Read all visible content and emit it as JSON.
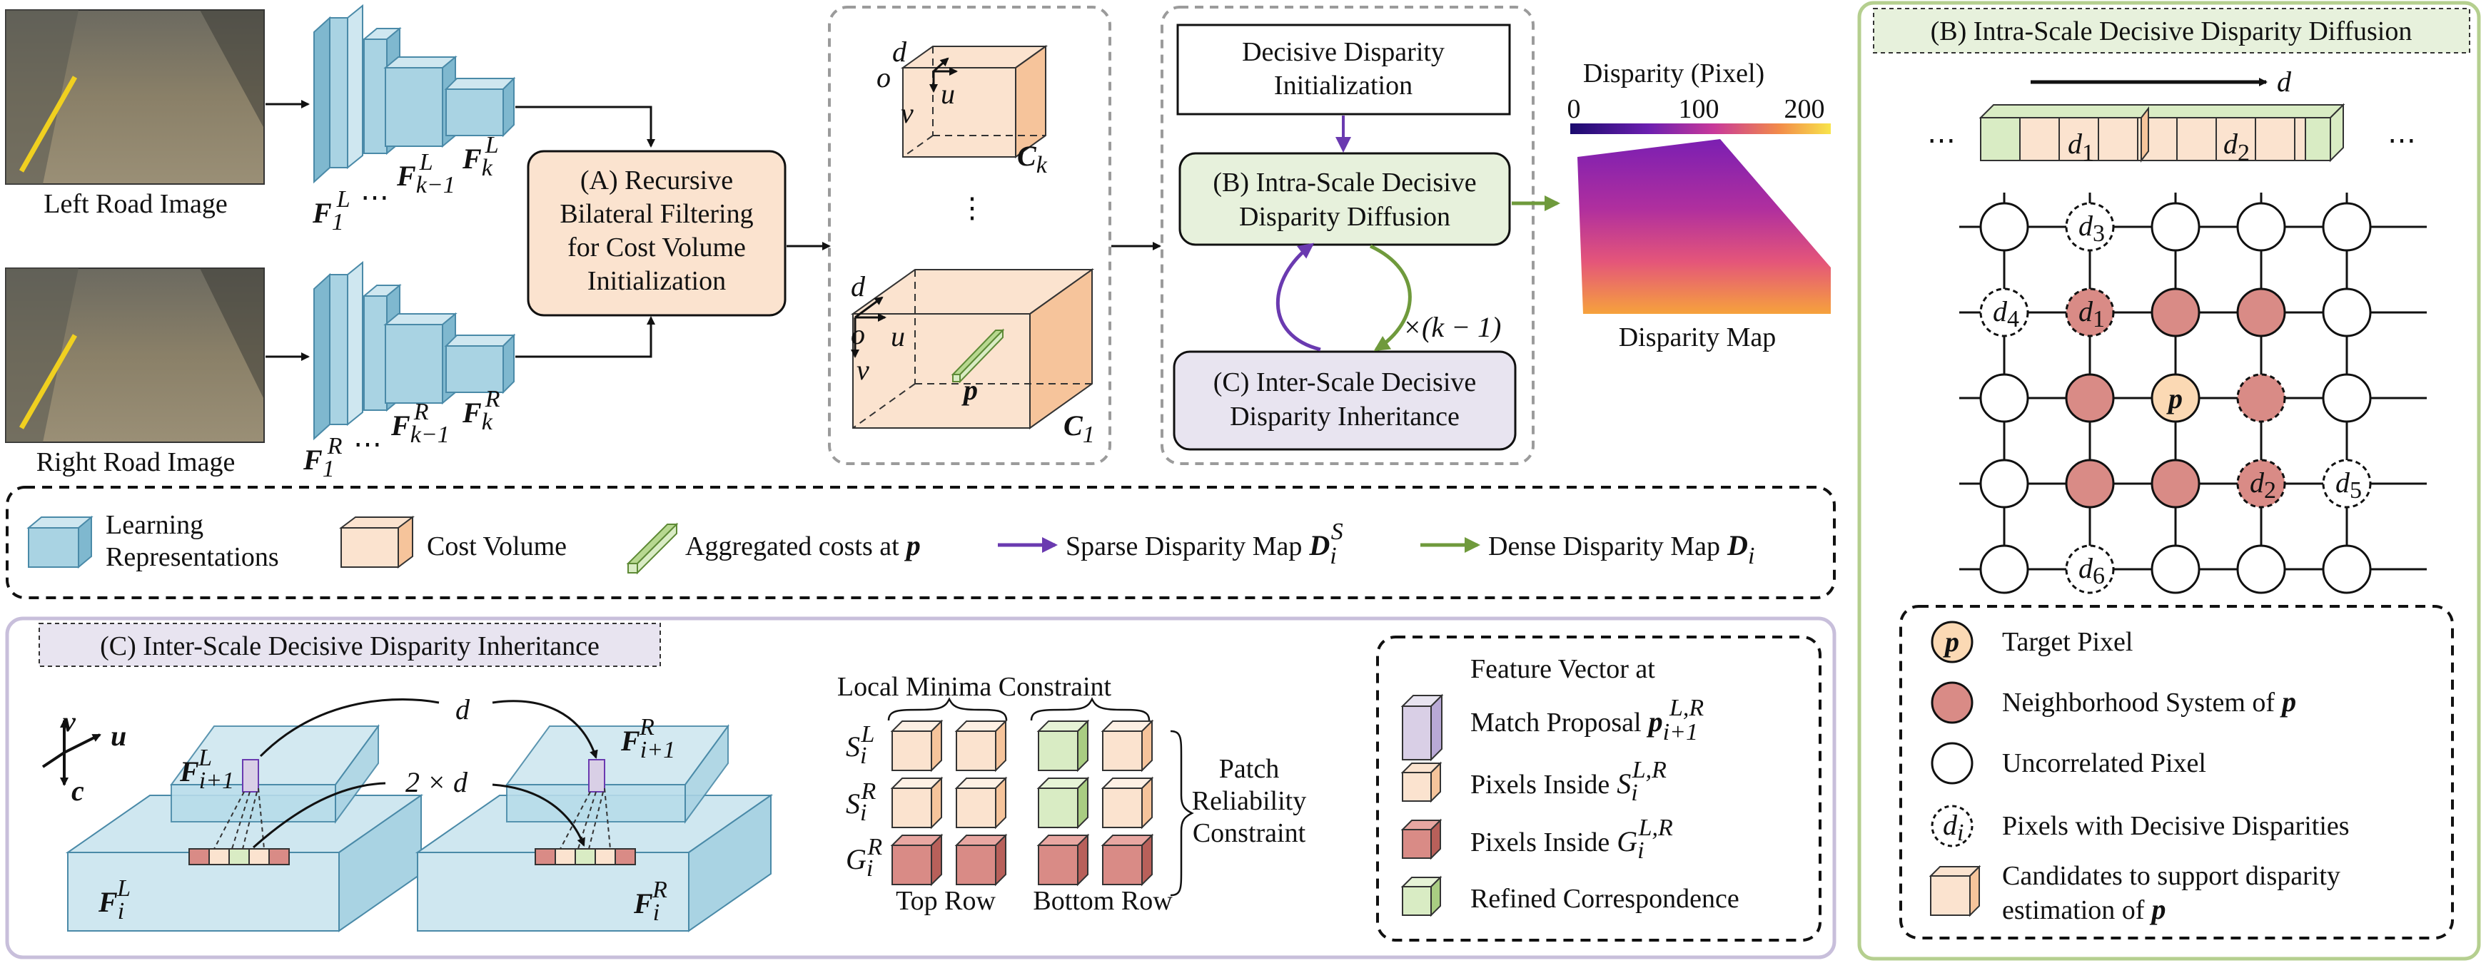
{
  "colors": {
    "learning_face": "#a9d3e3",
    "learning_top": "#cfe7f0",
    "learning_side": "#7fb8cf",
    "cost_face": "#fbe3cf",
    "cost_side": "#f6c49b",
    "agg_face": "#d9ecc4",
    "green_panel_border": "#b5cf8f",
    "green_box_fill": "#e7f1dc",
    "lavender_box_fill": "#e8e4f0",
    "lavender_panel_border": "#c8bfdb",
    "purple_arrow": "#6a3ab0",
    "green_arrow": "#6f9a3c",
    "red_dot": "#d98b86",
    "target_dot": "#fbd9b4",
    "dashed_gray": "#9b9b9b"
  },
  "input": {
    "left_label": "Left Road Image",
    "right_label": "Right Road Image"
  },
  "features": {
    "left": {
      "f1": "F",
      "f1_sub": "1",
      "f1_sup": "L",
      "dots": "⋯",
      "fk1": "F",
      "fk1_sub": "k−1",
      "fk1_sup": "L",
      "fk": "F",
      "fk_sub": "k",
      "fk_sup": "L"
    },
    "right": {
      "f1": "F",
      "f1_sub": "1",
      "f1_sup": "R",
      "dots": "⋯",
      "fk1": "F",
      "fk1_sub": "k−1",
      "fk1_sup": "R",
      "fk": "F",
      "fk_sub": "k",
      "fk_sup": "R"
    }
  },
  "module_a": {
    "line1": "(A) Recursive",
    "line2": "Bilateral Filtering",
    "line3": "for Cost Volume",
    "line4": "Initialization"
  },
  "cost_volumes": {
    "top_label_base": "C",
    "top_label_sub": "k",
    "bottom_label_base": "C",
    "bottom_label_sub": "1",
    "axis_d": "d",
    "axis_o": "o",
    "axis_u": "u",
    "axis_v": "v",
    "point_p": "p",
    "vdots": "⋮"
  },
  "pipeline": {
    "init_line1": "Decisive Disparity",
    "init_line2": "Initialization",
    "b_line1": "(B) Intra-Scale Decisive",
    "b_line2": "Disparity Diffusion",
    "c_line1": "(C) Inter-Scale Decisive",
    "c_line2": "Disparity Inheritance",
    "loop_label": "×(k − 1)"
  },
  "disparity_map": {
    "title": "Disparity (Pixel)",
    "tick_0": "0",
    "tick_100": "100",
    "tick_200": "200",
    "caption": "Disparity Map"
  },
  "legend_main": {
    "learning_line1": "Learning",
    "learning_line2": "Representations",
    "cost_volume": "Cost Volume",
    "aggregated": "Aggregated costs at",
    "aggregated_sym": "p",
    "sparse": "Sparse Disparity Map",
    "sparse_sym": "D",
    "sparse_sub": "i",
    "sparse_sup": "S",
    "dense": "Dense Disparity Map",
    "dense_sym": "D",
    "dense_sub": "i"
  },
  "panel_b": {
    "title": "(B) Intra-Scale Decisive Disparity Diffusion",
    "axis_d": "d",
    "ellipsis_left": "⋯",
    "ellipsis_right": "⋯",
    "strip_d1": "d",
    "strip_d1_sub": "1",
    "strip_d2": "d",
    "strip_d2_sub": "2",
    "grid_p": "p",
    "grid_d": "d",
    "grid_labels": [
      {
        "sub": "3"
      },
      {
        "sub": "4"
      },
      {
        "sub": "1"
      },
      {
        "sub": "2"
      },
      {
        "sub": "5"
      },
      {
        "sub": "6"
      }
    ],
    "legend": {
      "target_sym": "p",
      "target": "Target Pixel",
      "neighborhood": "Neighborhood System of",
      "neighborhood_sym": "p",
      "uncorrelated": "Uncorrelated Pixel",
      "decisive_sym": "d",
      "decisive_sub": "i",
      "decisive": "Pixels with Decisive Disparities",
      "candidates_line1": "Candidates to support disparity",
      "candidates_line2": "estimation of",
      "candidates_sym": "p"
    }
  },
  "panel_c": {
    "title": "(C) Inter-Scale Decisive Disparity Inheritance",
    "axis_v": "v",
    "axis_u": "u",
    "axis_c": "c",
    "d_label": "d",
    "two_d_label": "2 × d",
    "left_top_base": "F",
    "left_top_sub": "i+1",
    "left_top_sup": "L",
    "left_bot_base": "F",
    "left_bot_sub": "i",
    "left_bot_sup": "L",
    "right_top_base": "F",
    "right_top_sub": "i+1",
    "right_top_sup": "R",
    "right_bot_base": "F",
    "right_bot_sub": "i",
    "right_bot_sup": "R",
    "local_minima": "Local Minima Constraint",
    "row_s_l": "S",
    "row_s_l_sub": "i",
    "row_s_l_sup": "L",
    "row_s_r": "S",
    "row_s_r_sub": "i",
    "row_s_r_sup": "R",
    "row_g_r": "G",
    "row_g_r_sub": "i",
    "row_g_r_sup": "R",
    "patch_line1": "Patch",
    "patch_line2": "Reliability",
    "patch_line3": "Constraint",
    "top_row": "Top Row",
    "bottom_row": "Bottom Row",
    "legend": {
      "fv_line1": "Feature Vector at",
      "fv_line2": "Match Proposal",
      "fv_sym": "p",
      "fv_sub": "i+1",
      "fv_sup": "L,R",
      "inside_s": "Pixels Inside",
      "inside_s_sym": "S",
      "inside_s_sub": "i",
      "inside_s_sup": "L,R",
      "inside_g": "Pixels Inside",
      "inside_g_sym": "G",
      "inside_g_sub": "i",
      "inside_g_sup": "L,R",
      "refined": "Refined Correspondence"
    }
  }
}
